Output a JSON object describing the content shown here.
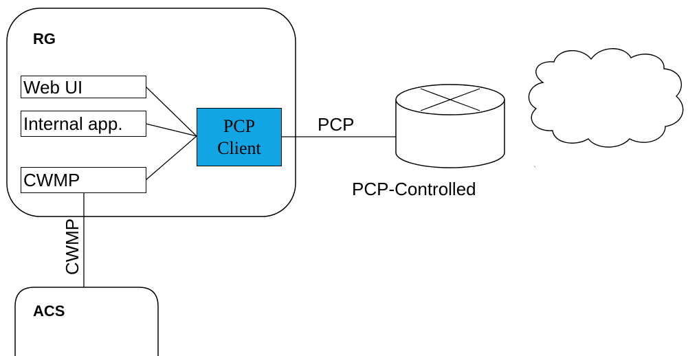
{
  "rg": {
    "title": "RG",
    "apps": [
      "Web UI",
      "Internal app.",
      "CWMP"
    ]
  },
  "pcp_client": {
    "line1": "PCP",
    "line2": "Client"
  },
  "links": {
    "pcp_label": "PCP",
    "cwmp_label": "CWMP"
  },
  "device": {
    "label": "PCP-Controlled"
  },
  "acs": {
    "title": "ACS"
  },
  "colors": {
    "pcp_client_fill": "#12a5e4",
    "stroke": "#000000",
    "background": "#ffffff"
  }
}
